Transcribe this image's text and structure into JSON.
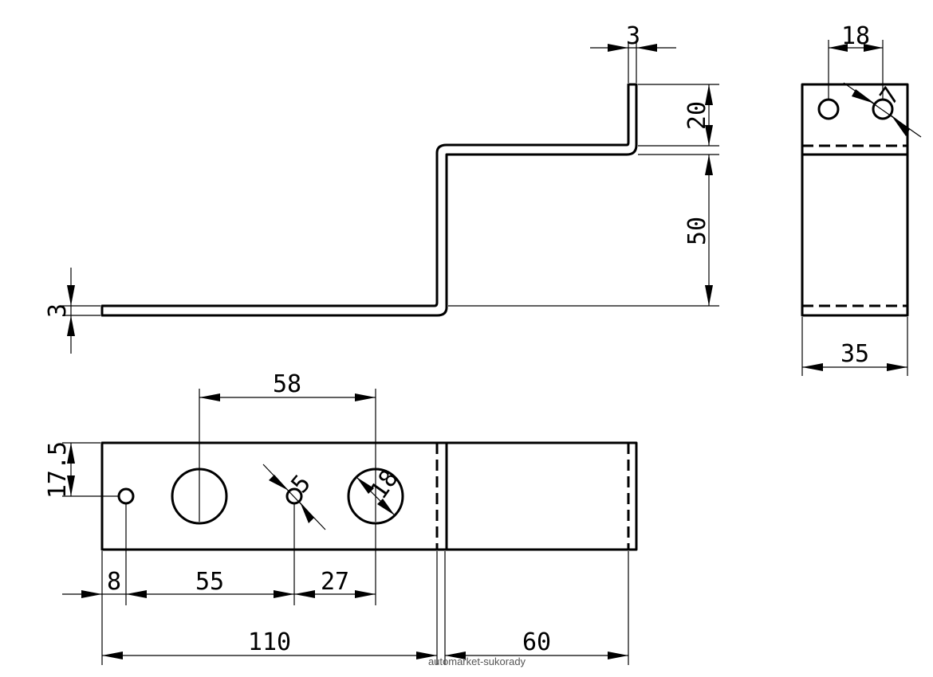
{
  "dimensions": {
    "side_thickness_top": "3",
    "side_rise_20": "20",
    "side_rise_50": "50",
    "side_thickness_left": "3",
    "end_hole_spacing": "18",
    "end_hole_dia": "7",
    "end_width": "35",
    "plan_hole_spacing": "58",
    "plan_edge_to_hole": "17.5",
    "small_hole_dia": "5",
    "large_hole_dia": "18",
    "plan_offset_8": "8",
    "plan_offset_55": "55",
    "plan_offset_27": "27",
    "plan_length_110": "110",
    "plan_length_60": "60"
  },
  "watermark": "automarket-sukorady"
}
